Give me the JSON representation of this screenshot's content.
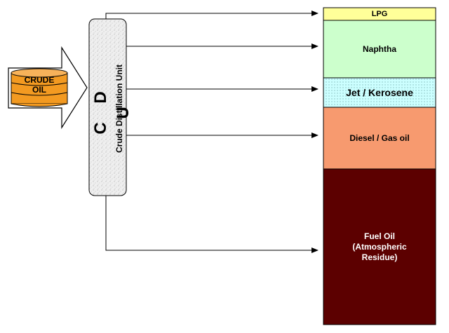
{
  "feed": {
    "label": "CRUDE\nOIL",
    "color": "#f39a21"
  },
  "unit": {
    "letters": "C D U",
    "name": "Crude Distillation Unit"
  },
  "products": [
    {
      "id": "lpg",
      "label": "LPG",
      "color": "#ffff99"
    },
    {
      "id": "naphtha",
      "label": "Naphtha",
      "color": "#ccffcc"
    },
    {
      "id": "jet",
      "label": "Jet / Kerosene",
      "color": "#ccffff"
    },
    {
      "id": "diesel",
      "label": "Diesel / Gas oil",
      "color": "#f79a6f"
    },
    {
      "id": "fuel",
      "label": "Fuel Oil\n(Atmospheric\nResidue)",
      "color": "#5c0000"
    }
  ]
}
